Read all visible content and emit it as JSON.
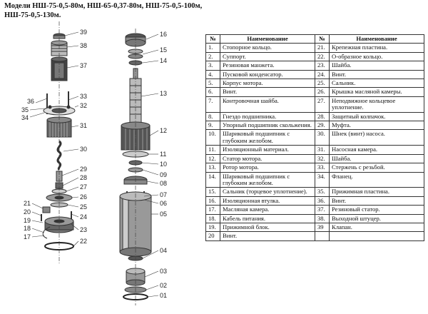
{
  "title": "Модели НШ-75-0,5-80м, НШ-65-0,37-80м, НШ-75-0,5-100м, НШ-75-0,5-130м.",
  "table": {
    "headers": [
      "№",
      "Наименование",
      "№",
      "Наименование"
    ],
    "rows": [
      {
        "n1": "1.",
        "name1": "Стопорное кольцо.",
        "n2": "21.",
        "name2": "Крепежная пластина."
      },
      {
        "n1": "2.",
        "name1": "Суппорт.",
        "n2": "22.",
        "name2": "О-образное кольцо."
      },
      {
        "n1": "3.",
        "name1": "Резиновая манжета.",
        "n2": "23.",
        "name2": "Шайба."
      },
      {
        "n1": "4.",
        "name1": "Пусковой конденсатор.",
        "n2": "24.",
        "name2": "Винт."
      },
      {
        "n1": "5.",
        "name1": "Корпус мотора.",
        "n2": "25.",
        "name2": "Сальник."
      },
      {
        "n1": "6.",
        "name1": "Винт.",
        "n2": "26.",
        "name2": "Крышка масляной камеры."
      },
      {
        "n1": "7.",
        "name1": "Контровочная шайба.",
        "n2": "27.",
        "name2": "Неподвижное кольцевое уплотнение."
      },
      {
        "n1": "8.",
        "name1": "Гнездо подшипника.",
        "n2": "28.",
        "name2": "Защитный колпачок."
      },
      {
        "n1": "9.",
        "name1": "Упорный подшипник скольжения.",
        "n2": "29.",
        "name2": "Муфта."
      },
      {
        "n1": "10.",
        "name1": "Шариковый подшипник с глубоким желобом.",
        "n2": "30.",
        "name2": "Шнек (винт) насоса."
      },
      {
        "n1": "11.",
        "name1": "Изоляционный материал.",
        "n2": "31.",
        "name2": "Насосная камера."
      },
      {
        "n1": "12.",
        "name1": "Статор мотора.",
        "n2": "32.",
        "name2": "Шайба."
      },
      {
        "n1": "13.",
        "name1": "Ротор мотора.",
        "n2": "33.",
        "name2": "Стержень с резьбой."
      },
      {
        "n1": "14.",
        "name1": "Шариковый подшипник с глубоким желобом.",
        "n2": "34.",
        "name2": "Фланец."
      },
      {
        "n1": "15.",
        "name1": "Сальник (торцевое уплотнение).",
        "n2": "35.",
        "name2": "Прижимная пластина."
      },
      {
        "n1": "16.",
        "name1": "Изоляционная втулка.",
        "n2": "36.",
        "name2": "Винт."
      },
      {
        "n1": "17.",
        "name1": "Масляная камера.",
        "n2": "37.",
        "name2": "Резиновый статор."
      },
      {
        "n1": "18.",
        "name1": "Кабель питания.",
        "n2": "38.",
        "name2": "Выходной штуцер."
      },
      {
        "n1": "19.",
        "name1": "Прижимной блок.",
        "n2": "39",
        "name2": "Клапан."
      },
      {
        "n1": "20",
        "name1": "Винт.",
        "n2": "",
        "name2": ""
      }
    ]
  },
  "callouts": {
    "left": [
      "39",
      "38",
      "37",
      "36",
      "35",
      "34",
      "33",
      "32",
      "31",
      "30",
      "29",
      "28",
      "27",
      "26",
      "25",
      "24",
      "23",
      "22",
      "21",
      "20",
      "19",
      "18",
      "17"
    ],
    "right": [
      "16",
      "15",
      "14",
      "13",
      "12",
      "11",
      "10",
      "09",
      "08",
      "07",
      "06",
      "05",
      "04",
      "03",
      "02",
      "01"
    ]
  }
}
